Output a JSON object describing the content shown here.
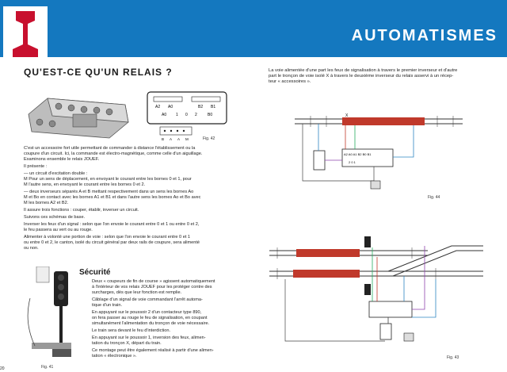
{
  "header": {
    "title": "AUTOMATISMES"
  },
  "left": {
    "heading": "QU'EST-CE QU'UN RELAIS ?",
    "relay_labels": {
      "row1": [
        "A2",
        "A0",
        "B2",
        "B1"
      ],
      "row2": [
        "A0",
        "1",
        "0",
        "2",
        "B0"
      ],
      "row3": [
        "B",
        "A",
        "A",
        "M"
      ]
    },
    "fig42": "Fig. 42",
    "paragraphs": [
      "C'est un accessoire fort utile permettant de commander à distance l'établissement ou la",
      "coupure d'un circuit. Ici, la commande est électro-magnétique, comme celle d'un aiguillage.",
      "Examinons ensemble le relais JOUEF.",
      "Il présente :",
      "— un circuit d'excitation double :",
      "M  Pour un sens de déplacement, en envoyant le courant entre les bornes 0 et 1, pour",
      "M  l'autre sens, en envoyant le courant entre les bornes 0 et 2.",
      "— deux inverseurs séparés A et B mettant respectivement dans un sens les bornes Ao",
      "M  et Bo en contact avec les bornes A1 et B1 et dans l'autre sens les bornes Ao et Bo avec",
      "M  les bornes A2 et B2.",
      "Il assure trois fonctions : couper, établir, inverser un circuit.",
      "Suivons ces schémas de base.",
      "Inverser les feux d'un signal : selon que l'on envoie le courant entre 0 et 1 ou entre 0 et 2,",
      "le feu passera au vert ou au rouge.",
      "Alimenter à volonté une portion de voie : selon que l'on envoie le courant entre 0 et 1",
      "ou entre 0 et 2, le canton, isolé du circuit général par deux rails de coupure, sera alimenté",
      "ou non."
    ],
    "fig41": "Fig. 41",
    "page_number": "20"
  },
  "securite": {
    "title": "Sécurité",
    "paragraphs": [
      "Deux « coupeurs de fin de course » agissent automatiquement",
      "à l'intérieur de vos relais JOUEF pour les protéger contre des",
      "surcharges, dès que leur fonction est remplie.",
      "Câblage d'un signal de voie commandant l'arrêt automa-",
      "tique d'un train.",
      "En appuyant sur le poussoir 2 d'un contacteur type 890,",
      "on fera passer au rouge le feu de signalisation, en coupant",
      "simultanément l'alimentation du tronçon de voie nécessaire.",
      "Le train sera devant le feu d'interdiction.",
      "En appuyant sur le poussoir 1, inversion des feux, alimen-",
      "tation du tronçon X, départ du train.",
      "Ce montage peut être également réalisé à partir d'une alimen-",
      "tation « électronique »."
    ]
  },
  "right": {
    "intro": [
      "La voie alimentée d'une part les feux de signalisation à travers le premier inverseur et d'autre",
      "part le tronçon de voie isolé X à travers le deuxième inverseur du relais asservi à un récep-",
      "teur « accessoires »."
    ],
    "fig44": "Fig. 44",
    "fig43": "Fig. 43",
    "diagram_labels": {
      "x_label": "X",
      "relay_row": "A2 A0 A1  B2 B0 B1",
      "relay_row2": "2  0  1"
    }
  }
}
